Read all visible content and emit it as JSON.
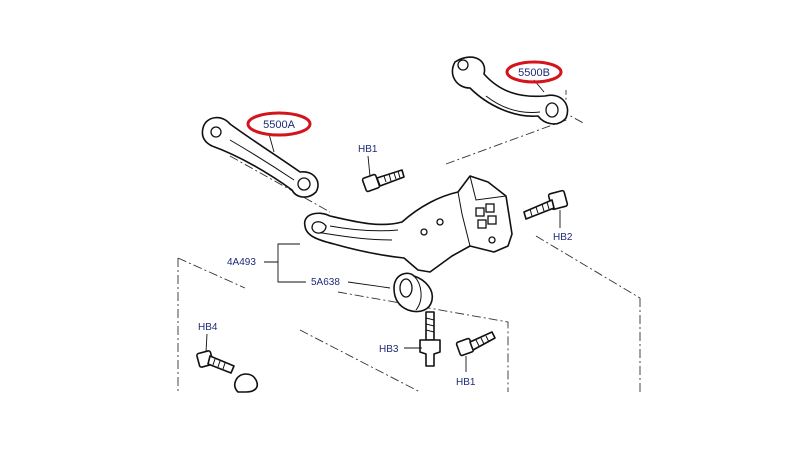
{
  "labels": {
    "arm_a": "5500A",
    "arm_b": "5500B",
    "bolt_hb1_top": "HB1",
    "bolt_hb2": "HB2",
    "crossmember": "4A493",
    "bushing": "5A638",
    "bolt_hb3": "HB3",
    "bolt_hb4": "HB4",
    "bolt_hb1_bottom": "HB1"
  },
  "colors": {
    "highlight_ring": "#d4141c",
    "label_text": "#1e2a78",
    "line": "#111111"
  }
}
